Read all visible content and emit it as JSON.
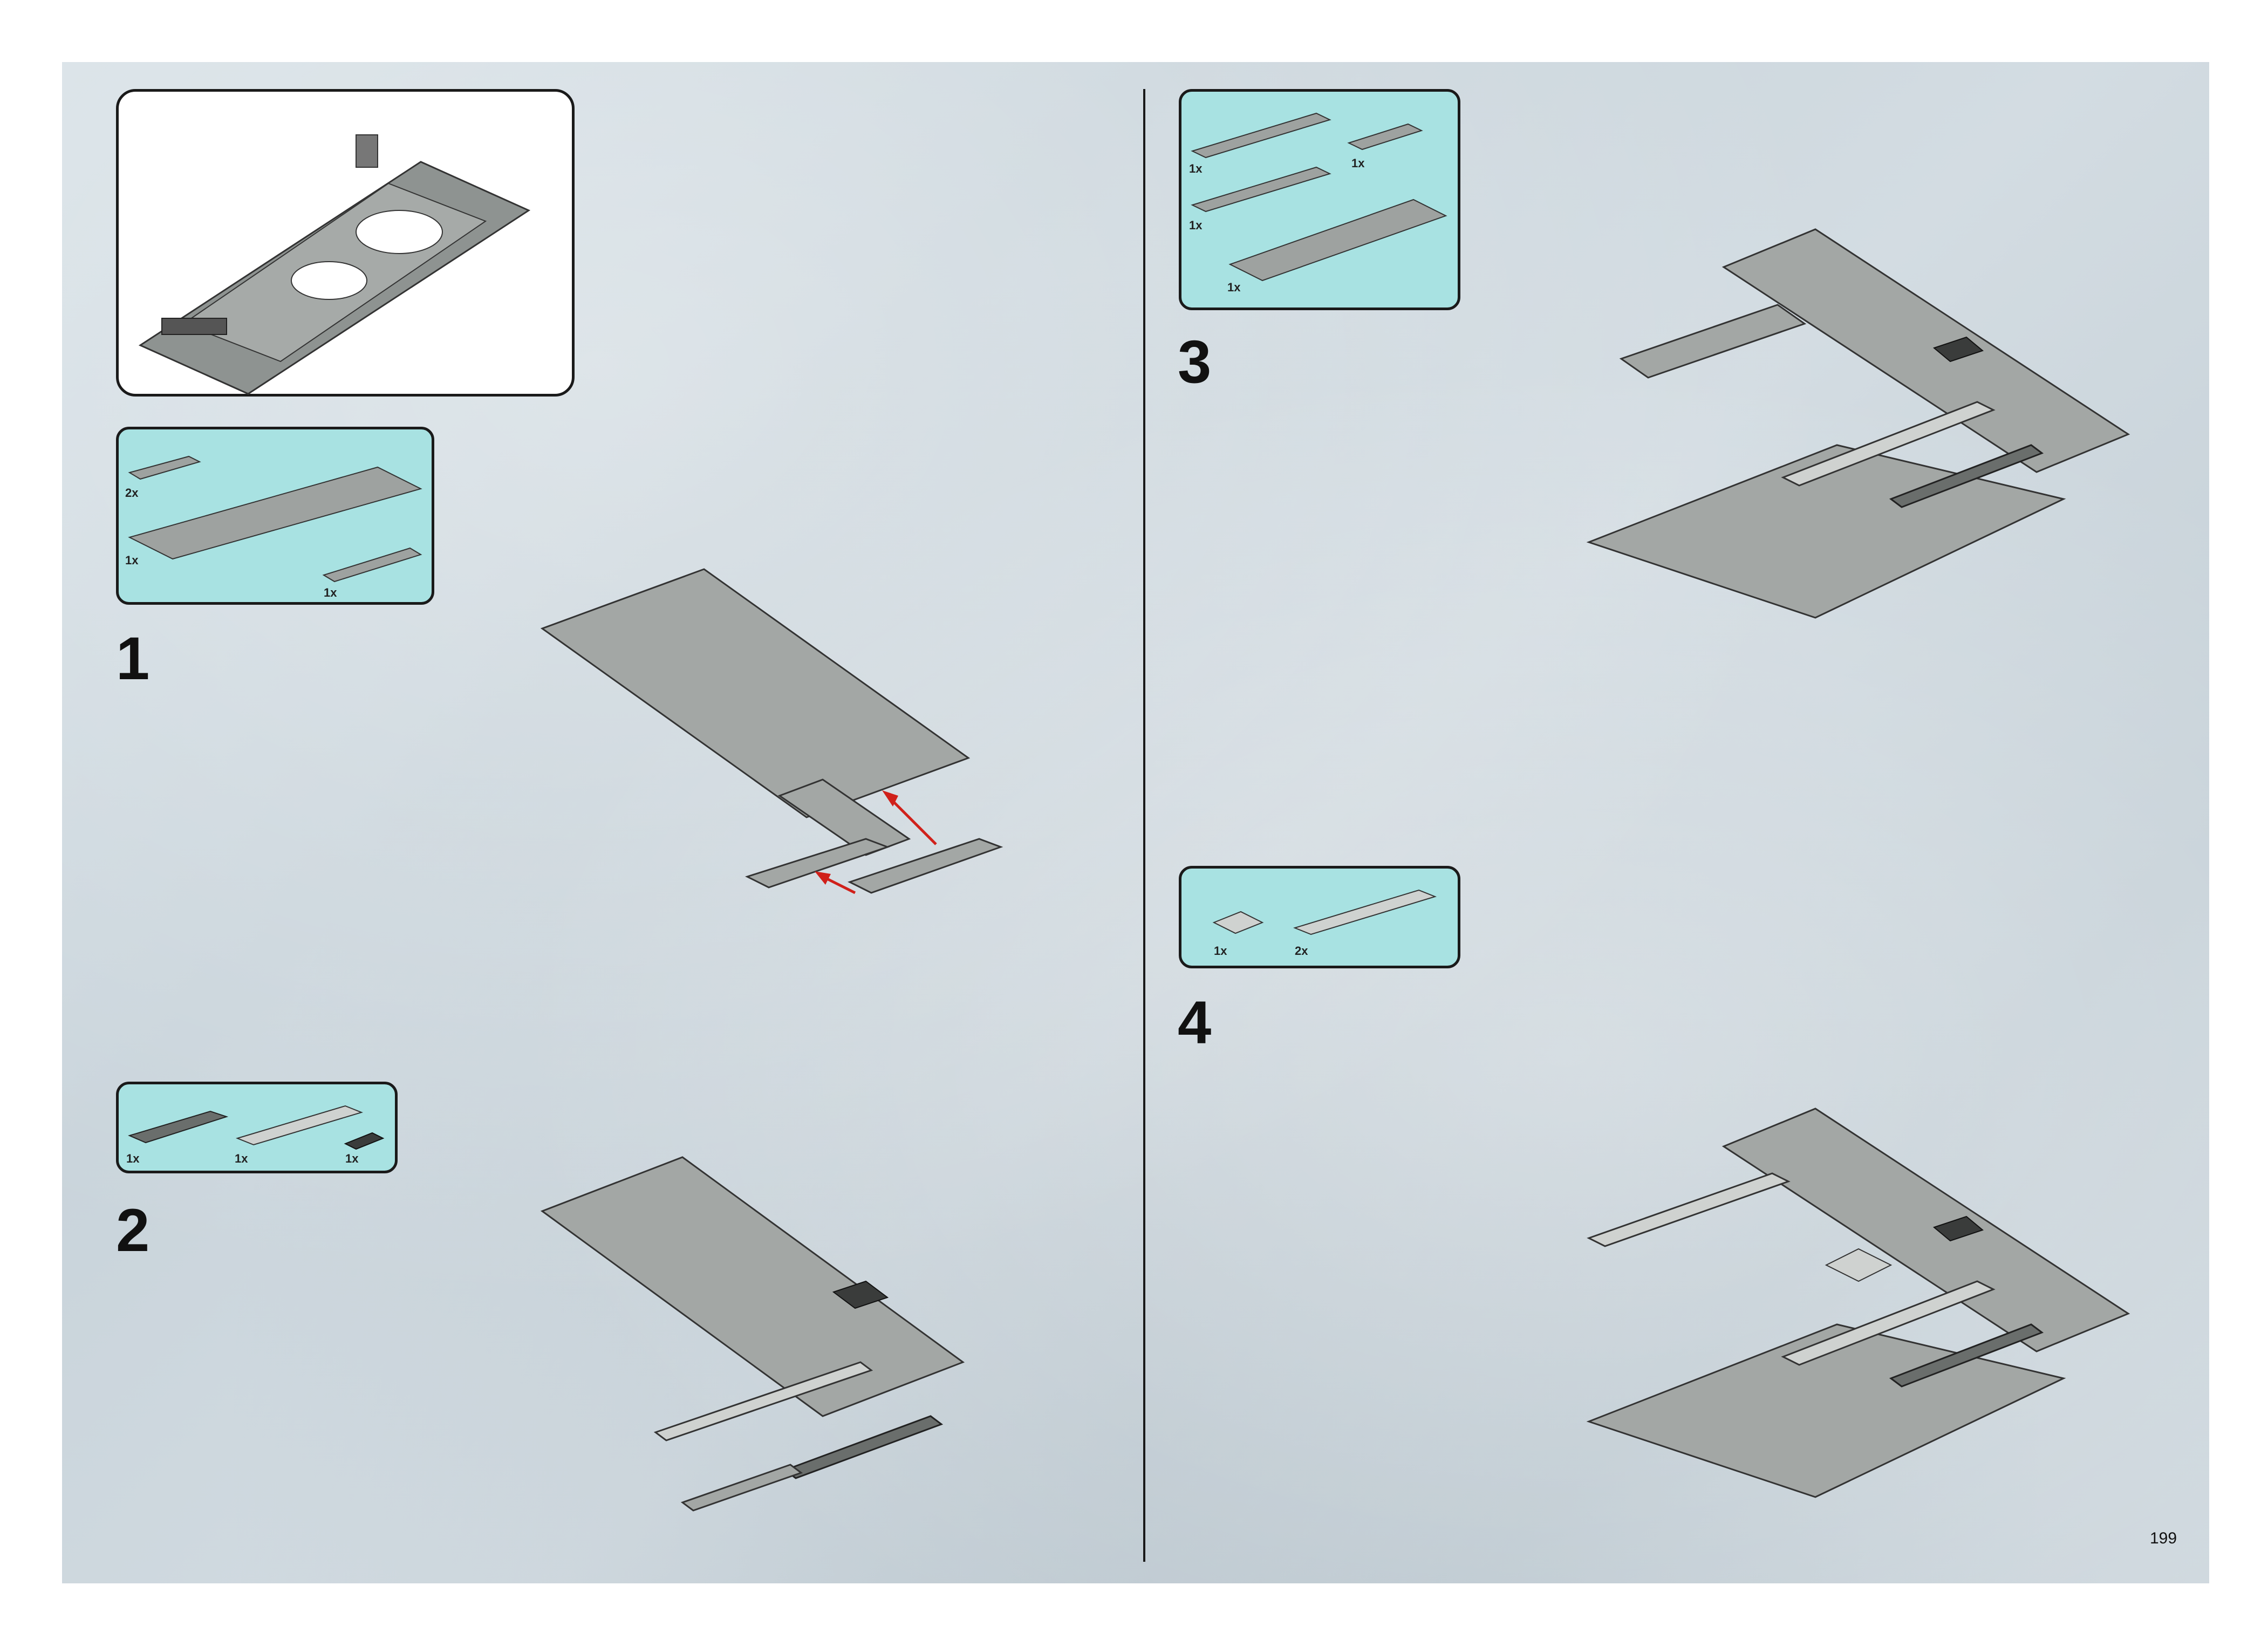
{
  "page_number": "199",
  "steps": [
    {
      "number": "1",
      "parts": [
        {
          "qty": "2x"
        },
        {
          "qty": "1x"
        },
        {
          "qty": "1x"
        }
      ]
    },
    {
      "number": "2",
      "parts": [
        {
          "qty": "1x"
        },
        {
          "qty": "1x"
        },
        {
          "qty": "1x"
        }
      ]
    },
    {
      "number": "3",
      "parts": [
        {
          "qty": "1x"
        },
        {
          "qty": "1x"
        },
        {
          "qty": "1x"
        },
        {
          "qty": "1x"
        }
      ]
    },
    {
      "number": "4",
      "parts": [
        {
          "qty": "1x"
        },
        {
          "qty": "2x"
        }
      ]
    }
  ],
  "colors": {
    "parts_box": "#a8e2e2",
    "brick_gray": "#9ea2a0",
    "arrow": "#d0201a"
  },
  "icons": [
    "overview-model-image",
    "assembly-arrow-icon"
  ]
}
